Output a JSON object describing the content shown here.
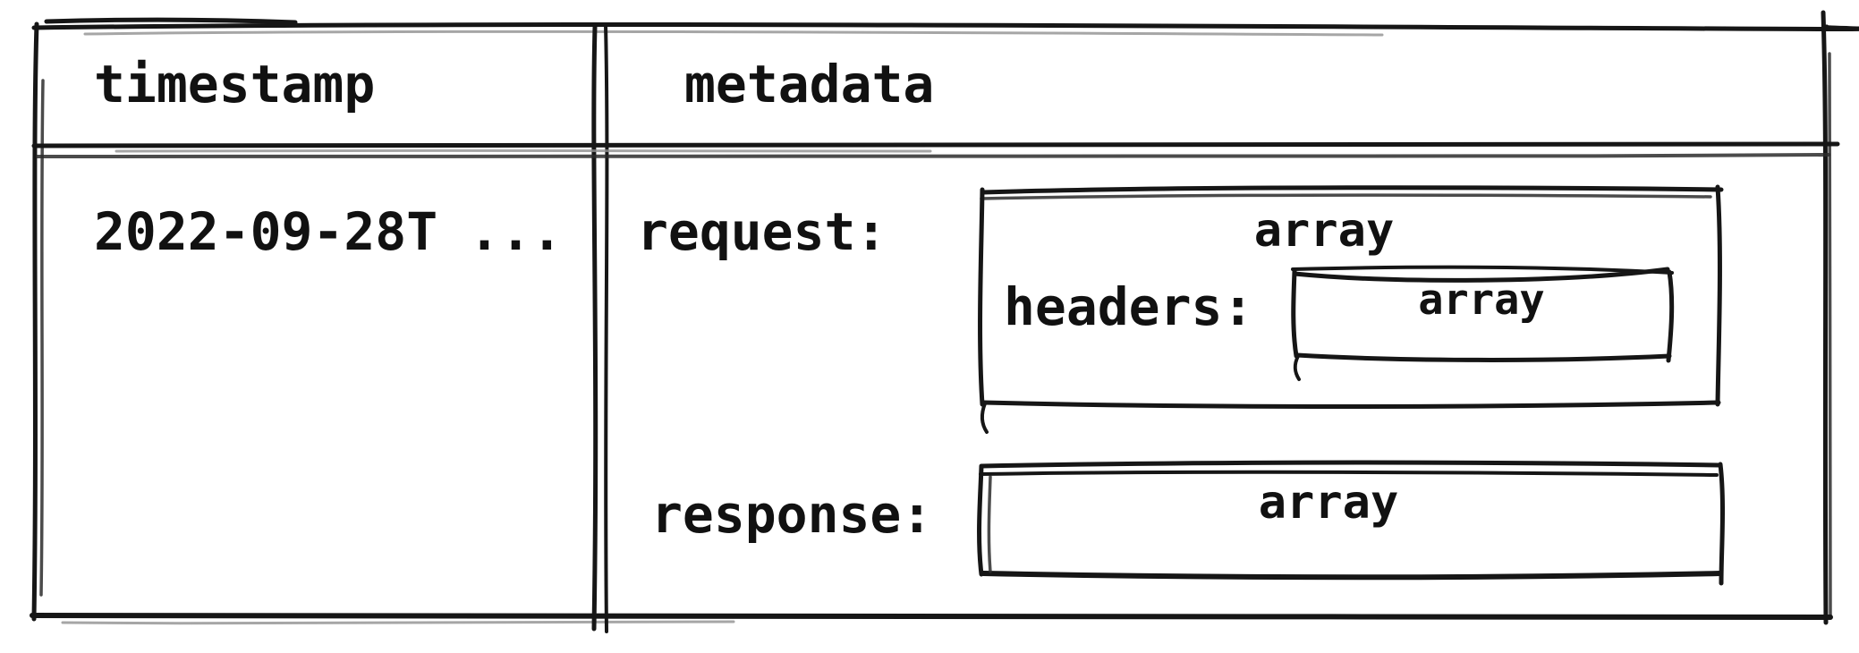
{
  "canvas": {
    "background": "#ffffff",
    "ink_color": "#161616",
    "text_color": "#111111",
    "style": "hand-drawn sketch"
  },
  "table": {
    "headers": [
      {
        "label": "timestamp"
      },
      {
        "label": "metadata"
      }
    ],
    "row": {
      "timestamp": "2022-09-28T ...",
      "metadata": {
        "request": {
          "label": "request:",
          "type": "array",
          "fields": [
            {
              "label": "headers:",
              "type": "array"
            }
          ]
        },
        "response": {
          "label": "response:",
          "type": "array"
        }
      }
    }
  }
}
